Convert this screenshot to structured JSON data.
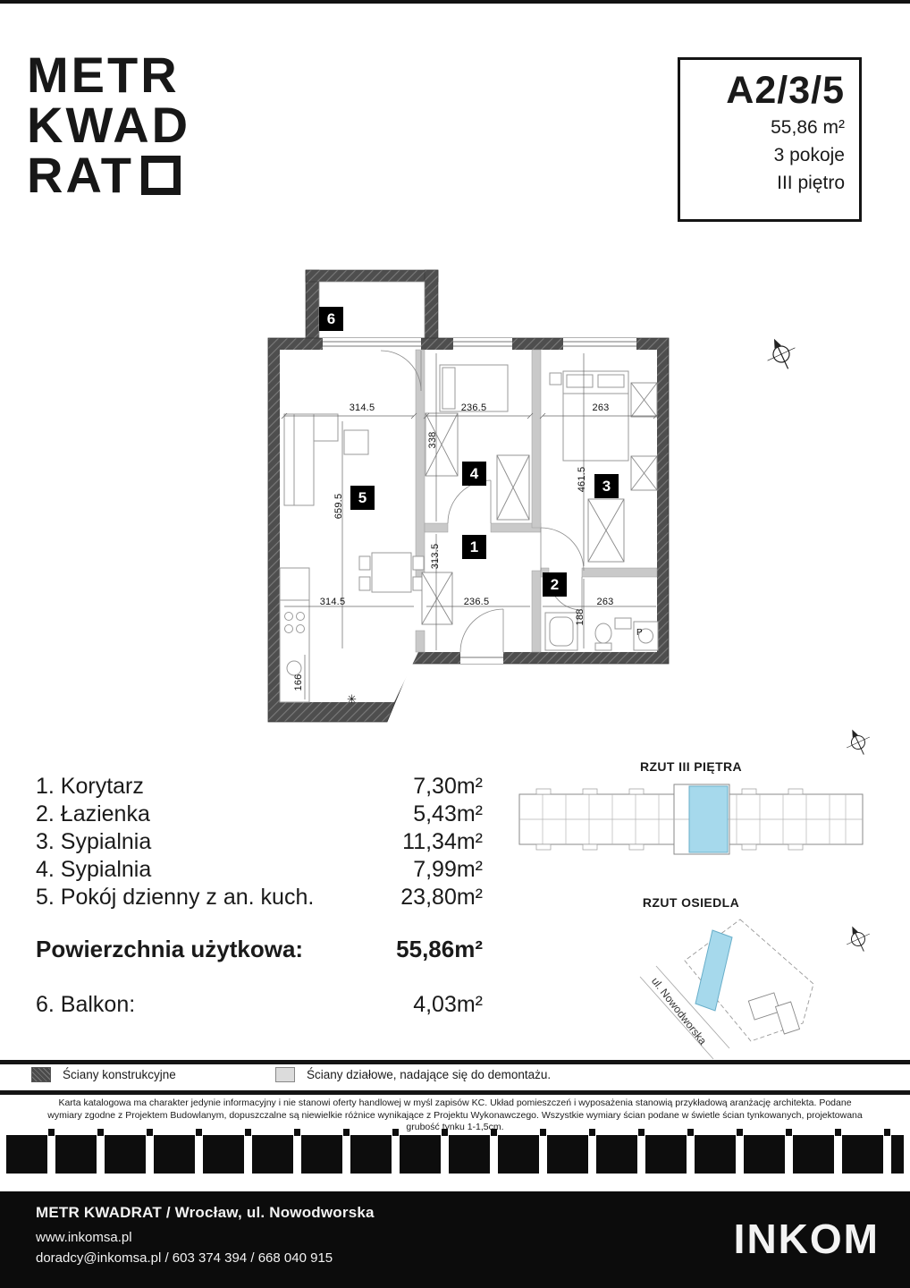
{
  "logo": {
    "line1": "METR",
    "line2": "KWAD",
    "line3": "RAT"
  },
  "unit_box": {
    "code": "A2/3/5",
    "area": "55,86 m²",
    "rooms": "3 pokoje",
    "floor": "III piętro"
  },
  "plan": {
    "room_labels": [
      "1",
      "2",
      "3",
      "4",
      "5",
      "6"
    ],
    "dims": {
      "top_left": "314.5",
      "top_mid": "236.5",
      "top_right": "263",
      "left_v": "659.5",
      "mid_v1": "338",
      "mid_v2": "313.5",
      "right_v": "461.5",
      "bath_v": "188",
      "bottom_left": "314.5",
      "bottom_mid": "236.5",
      "bottom_right": "263",
      "kitchen_v": "166"
    },
    "washer_label": "P",
    "drain_symbol": "✳"
  },
  "room_list": {
    "items": [
      {
        "name": "1. Korytarz",
        "area": "7,30m²"
      },
      {
        "name": "2. Łazienka",
        "area": "5,43m²"
      },
      {
        "name": "3. Sypialnia",
        "area": "11,34m²"
      },
      {
        "name": "4. Sypialnia",
        "area": "7,99m²"
      },
      {
        "name": "5. Pokój dzienny z an. kuch.",
        "area": "23,80m²"
      }
    ],
    "total_label": "Powierzchnia użytkowa:",
    "total_area": "55,86m²",
    "balcony_label": "6. Balkon:",
    "balcony_area": "4,03m²"
  },
  "sections": {
    "floor_plan_title": "RZUT III PIĘTRA",
    "estate_title": "RZUT OSIEDLA",
    "street_label": "ul. Nowodworska"
  },
  "legend": {
    "item1": "Ściany konstrukcyjne",
    "item2": "Ściany działowe, nadające się do demontażu."
  },
  "disclaimer": "Karta katalogowa ma charakter jedynie informacyjny i nie stanowi oferty handlowej w myśl zapisów KC. Układ pomieszczeń i wyposażenia stanowią przykładową aranżację architekta. Podane wymiary zgodne z Projektem Budowlanym, dopuszczalne są niewielkie różnice wynikające z Projektu Wykonawczego. Wszystkie wymiary ścian podane w świetle ścian tynkowanych, projektowana grubość tynku 1-1,5cm.",
  "footer": {
    "line1": "METR KWADRAT / Wrocław, ul. Nowodworska",
    "line2": "www.inkomsa.pl",
    "line3": "doradcy@inkomsa.pl / 603 374 394 / 668 040 915",
    "brand": "INKOM"
  },
  "colors": {
    "highlight": "#a6d9ec",
    "wall_dark": "#4e4e4e",
    "wall_light": "#c9c9c9"
  }
}
